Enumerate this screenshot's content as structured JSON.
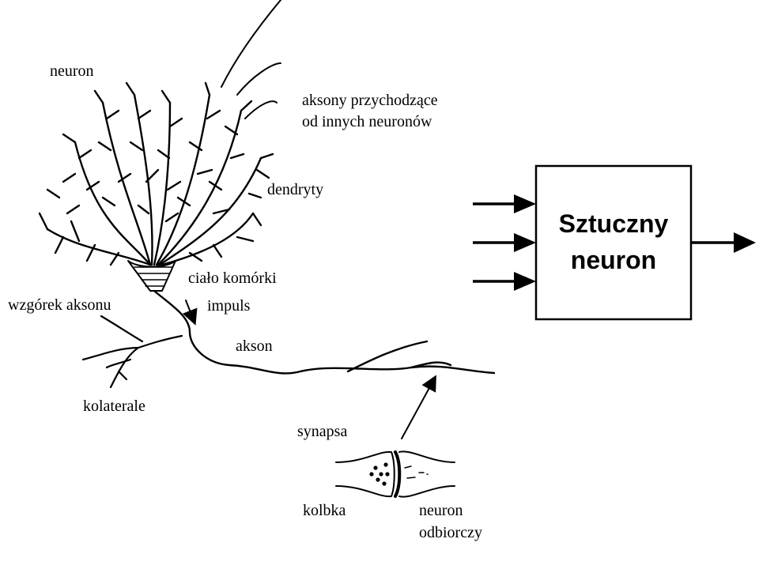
{
  "labels": {
    "neuron": "neuron",
    "incoming_axons_line1": "aksony przychodzące",
    "incoming_axons_line2": "od innych neuronów",
    "dendrites": "dendryty",
    "cell_body": "ciało komórki",
    "axon_hillock": "wzgórek aksonu",
    "impulse": "impuls",
    "axon": "akson",
    "collaterals": "kolaterale",
    "synapse": "synapsa",
    "bulb": "kolbka",
    "receiving_neuron_line1": "neuron",
    "receiving_neuron_line2": "odbiorczy"
  },
  "artificial_neuron": {
    "title_line1": "Sztuczny",
    "title_line2": "neuron",
    "input_arrows": 3,
    "output_arrows": 1
  }
}
